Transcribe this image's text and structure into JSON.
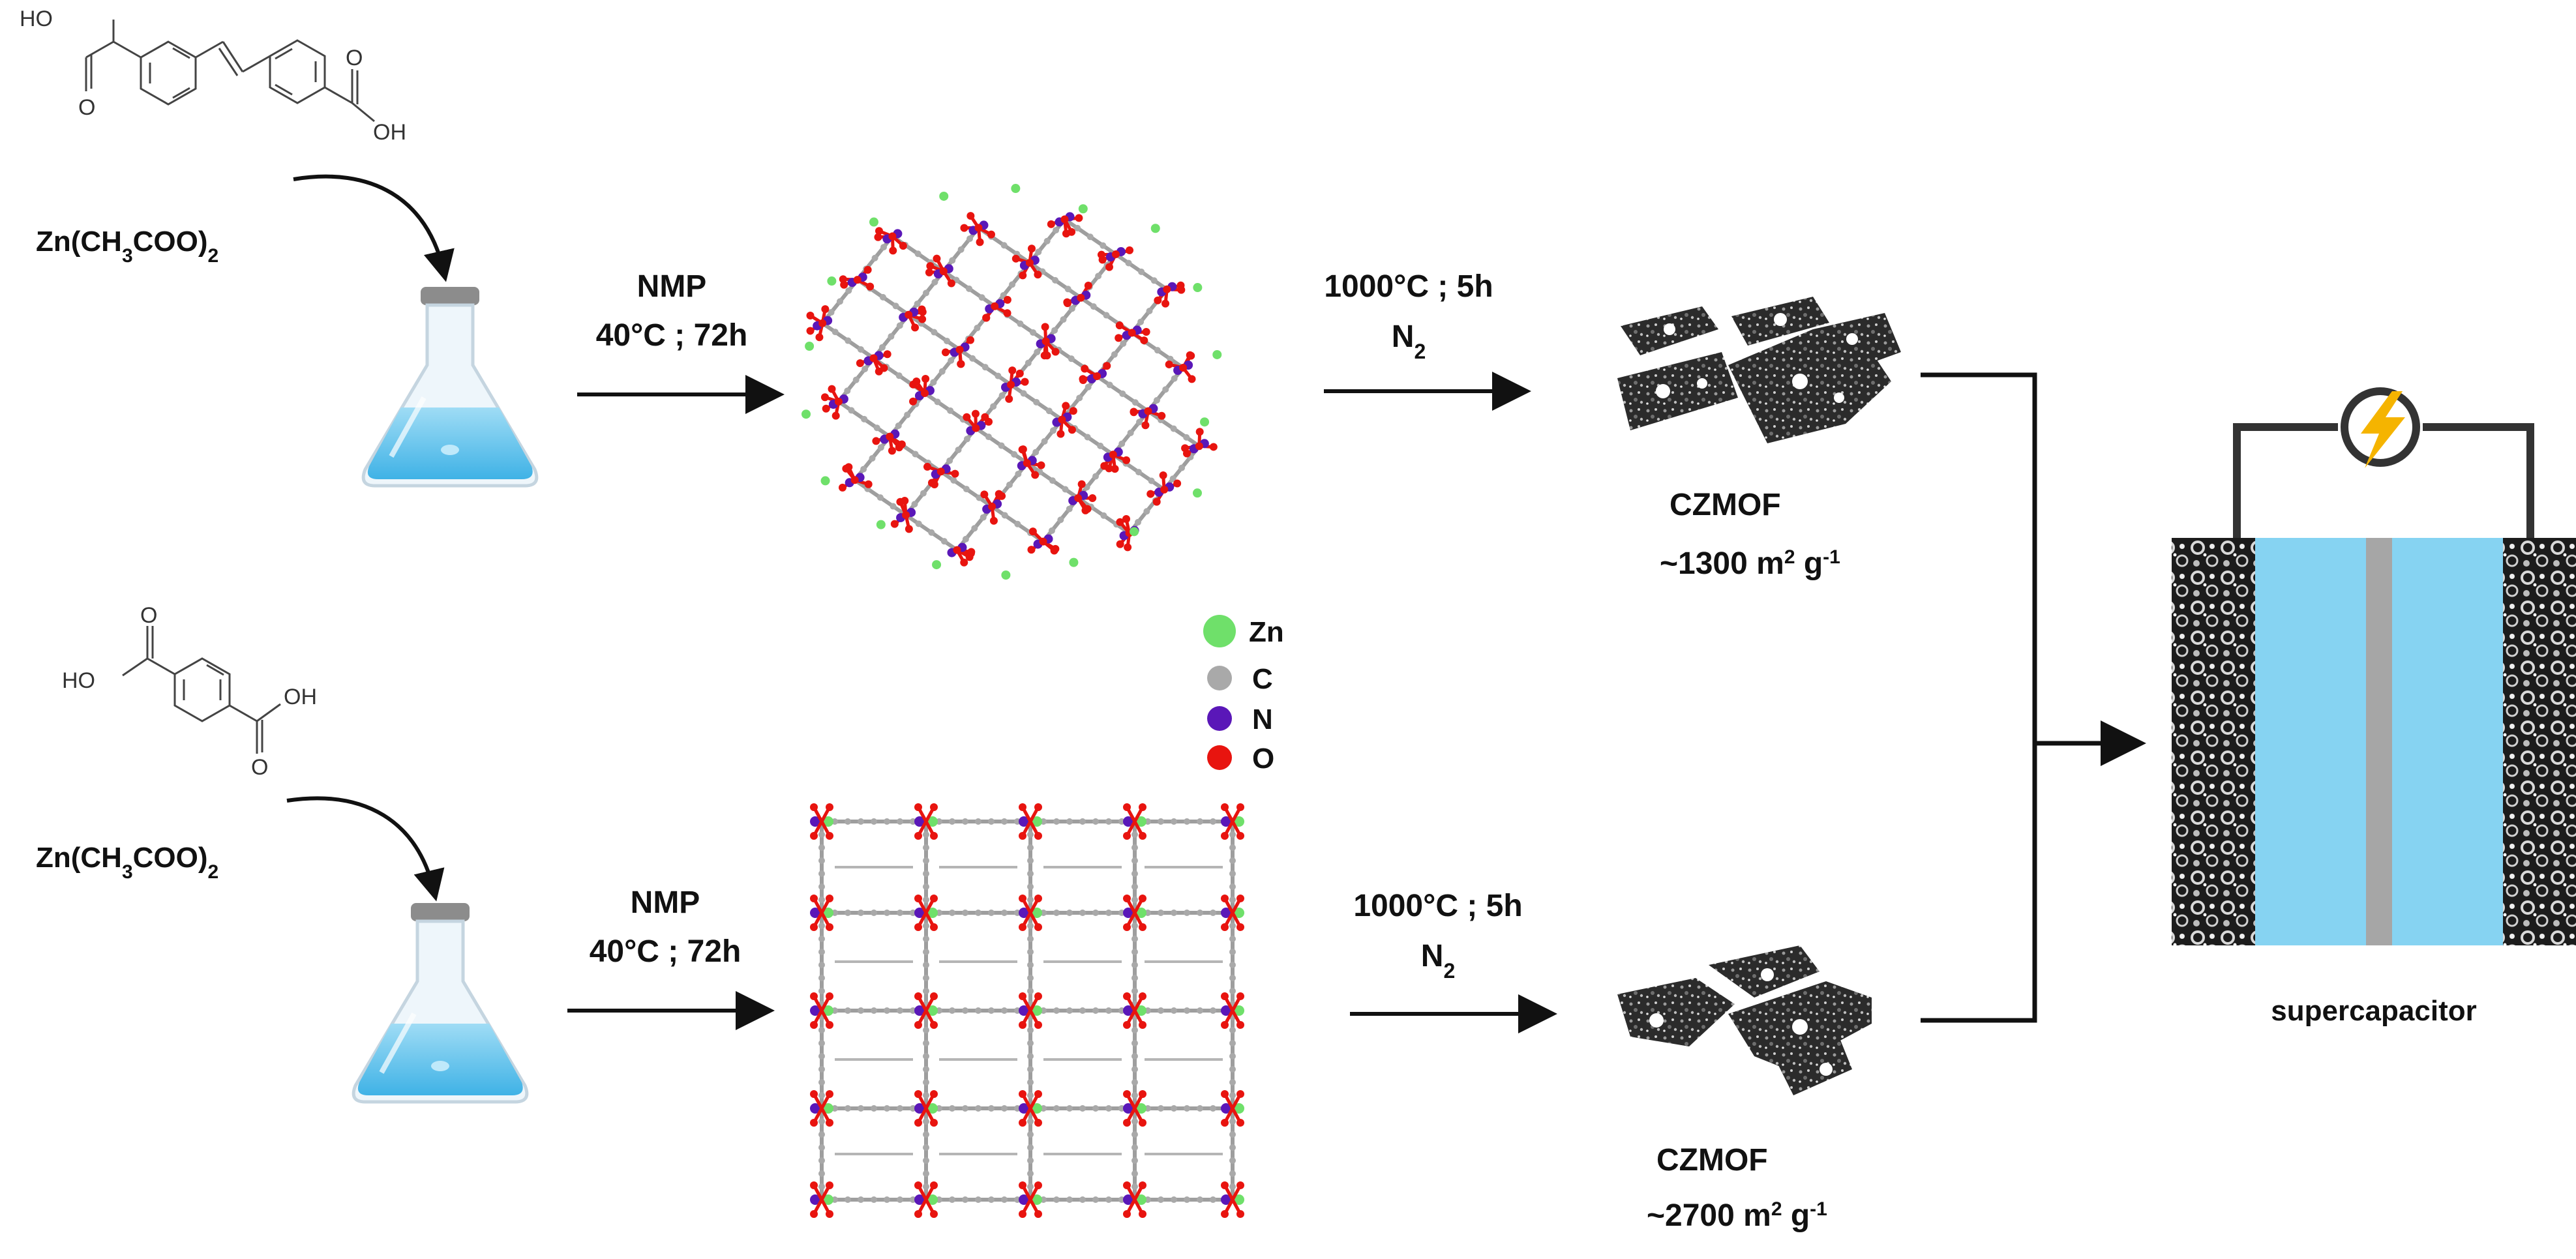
{
  "top_route": {
    "linker_labels": {
      "acid_left": "HO",
      "acid_right": "OH",
      "carbonyl_o": "O"
    },
    "metal_salt": {
      "main": "Zn(CH",
      "sub1": "3",
      "mid": "COO)",
      "sub2": "2"
    },
    "step1": {
      "solvent": "NMP",
      "conditions": "40°C ; 72h"
    },
    "step2": {
      "conditions": "1000°C ; 5h",
      "gas_main": "N",
      "gas_sub": "2"
    },
    "product": {
      "name": "CZMOF",
      "area_prefix": "~1300 m",
      "sup1": "2",
      "area_mid": " g",
      "sup2": "-1"
    }
  },
  "bottom_route": {
    "linker_labels": {
      "acid_left": "HO",
      "acid_right": "OH",
      "carbonyl_o": "O"
    },
    "metal_salt": {
      "main": "Zn(CH",
      "sub1": "3",
      "mid": "COO)",
      "sub2": "2"
    },
    "step1": {
      "solvent": "NMP",
      "conditions": "40°C ; 72h"
    },
    "step2": {
      "conditions": "1000°C ; 5h",
      "gas_main": "N",
      "gas_sub": "2"
    },
    "product": {
      "name": "CZMOF",
      "area_prefix": "~2700 m",
      "sup1": "2",
      "area_mid": " g",
      "sup2": "-1"
    }
  },
  "legend": [
    {
      "symbol": "Zn",
      "color": "#6fe06a"
    },
    {
      "symbol": "C",
      "color": "#a9a9a9"
    },
    {
      "symbol": "N",
      "color": "#5a17b8"
    },
    {
      "symbol": "O",
      "color": "#e8140f"
    }
  ],
  "device": {
    "label": "supercapacitor",
    "electrolyte_color": "#86d3f2",
    "separator_color": "#a6a6a6",
    "bolt_color": "#f5b400",
    "icon": "lightning-bolt-icon"
  }
}
